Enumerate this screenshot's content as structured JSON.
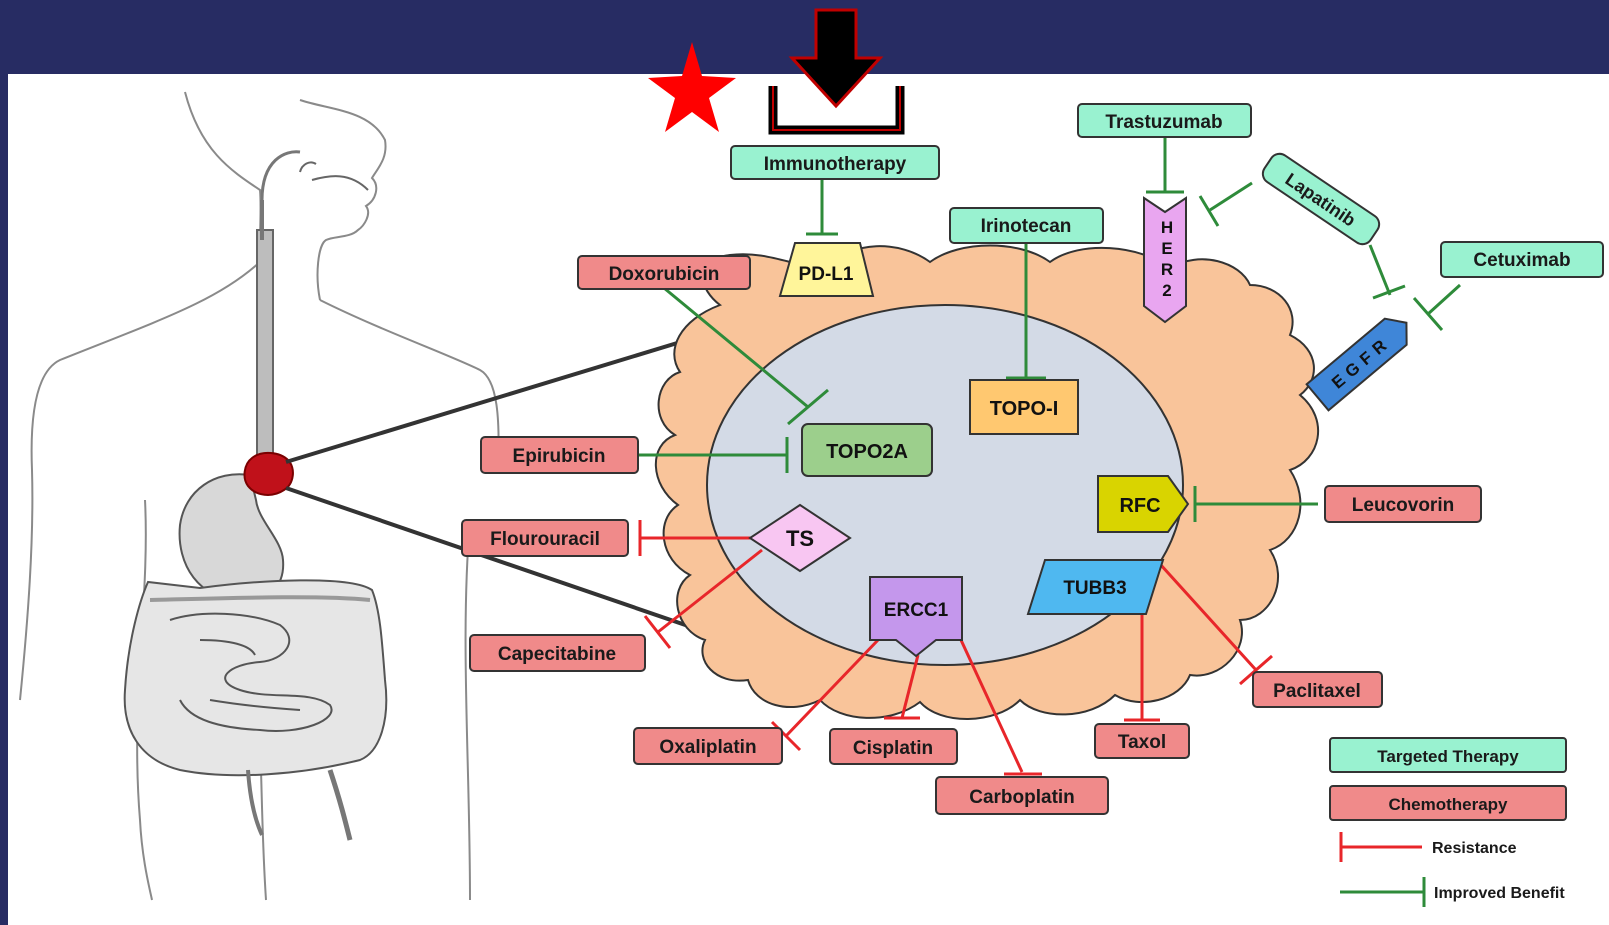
{
  "drugs": {
    "immunotherapy": "Immunotherapy",
    "trastuzumab": "Trastuzumab",
    "lapatinib": "Lapatinib",
    "cetuximab": "Cetuximab",
    "irinotecan": "Irinotecan",
    "doxorubicin": "Doxorubicin",
    "epirubicin": "Epirubicin",
    "fluorouracil": "Flourouracil",
    "capecitabine": "Capecitabine",
    "oxaliplatin": "Oxaliplatin",
    "cisplatin": "Cisplatin",
    "carboplatin": "Carboplatin",
    "taxol": "Taxol",
    "paclitaxel": "Paclitaxel",
    "leucovorin": "Leucovorin"
  },
  "targets": {
    "pdl1": "PD-L1",
    "her2": [
      "H",
      "E",
      "R",
      "2"
    ],
    "egfr": "EGFR",
    "topo1": "TOPO-I",
    "topo2a": "TOPO2A",
    "rfc": "RFC",
    "ts": "TS",
    "tubb3": "TUBB3",
    "ercc1": "ERCC1"
  },
  "legend": {
    "targeted_therapy": "Targeted Therapy",
    "chemotherapy": "Chemotherapy",
    "resistance": "Resistance",
    "improved_benefit": "Improved Benefit"
  },
  "colors": {
    "background": "#272c63",
    "panel": "#ffffff",
    "targeted": "#99f2d0",
    "chemo": "#f08a8a",
    "resistance_line": "#e8262a",
    "benefit_line": "#2e8b3a",
    "cell": "#f9c49a",
    "nucleus": "#d3dae6",
    "star": "#ff0000",
    "tumor": "#c0111a"
  }
}
